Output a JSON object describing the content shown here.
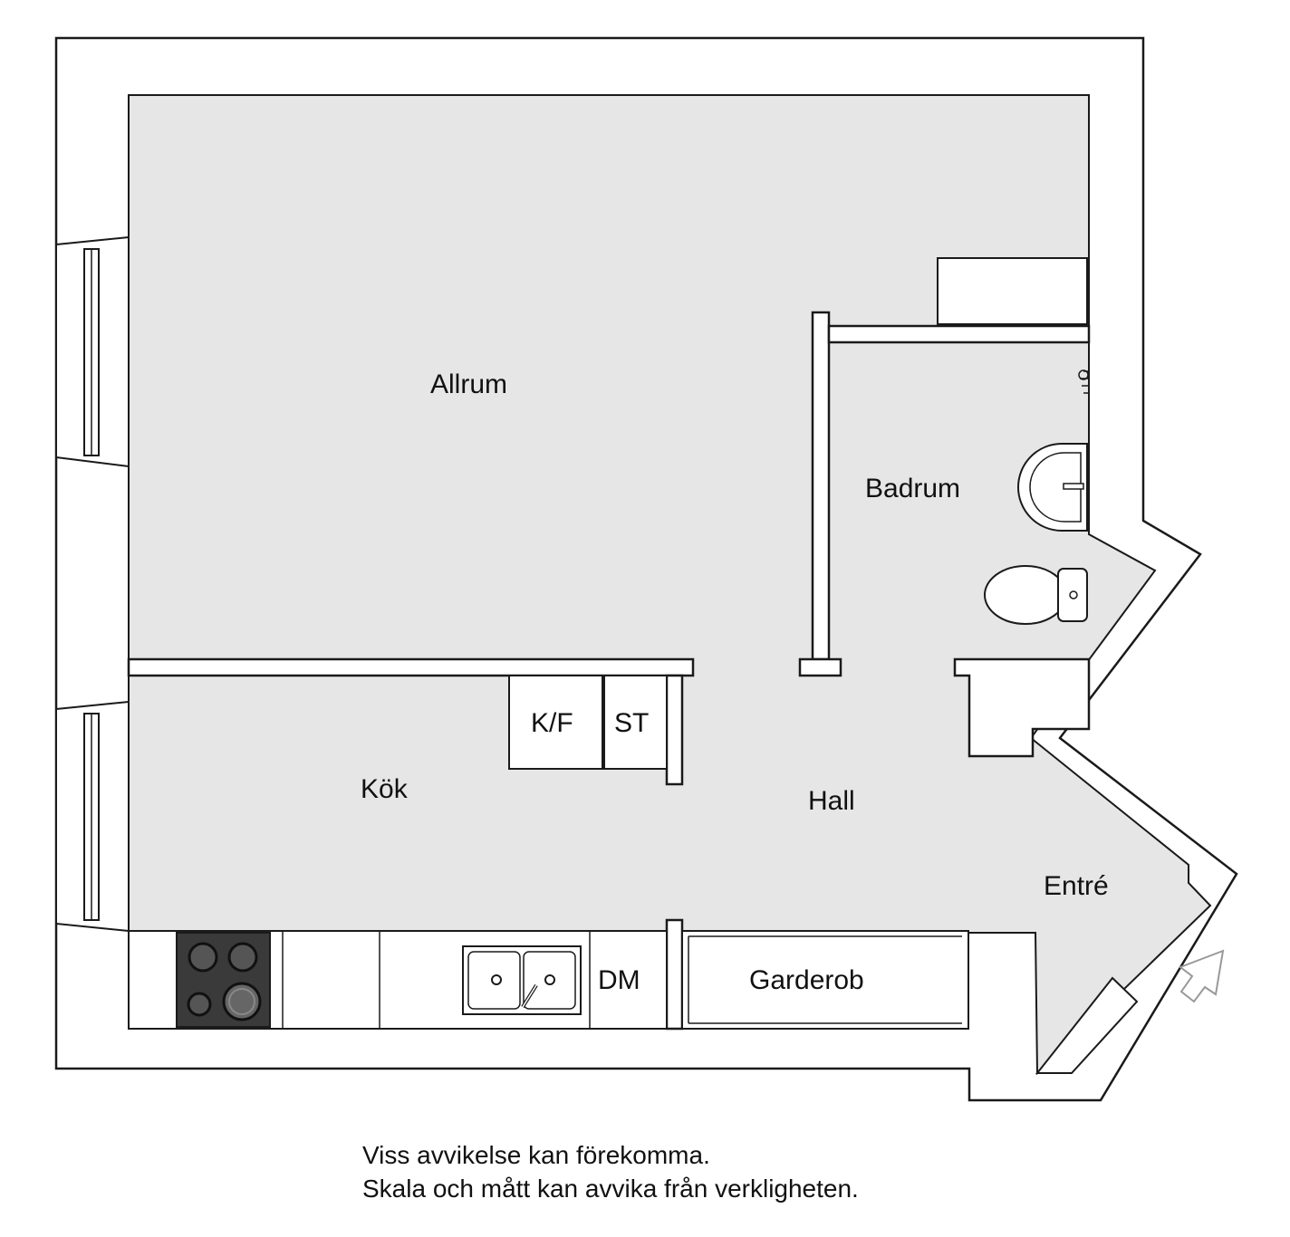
{
  "rooms": {
    "allrum": "Allrum",
    "badrum": "Badrum",
    "kok": "Kök",
    "hall": "Hall",
    "entre": "Entré"
  },
  "fixtures": {
    "kf": "K/F",
    "st": "ST",
    "dm": "DM",
    "garderob": "Garderob"
  },
  "disclaimer": {
    "line1": "Viss avvikelse kan förekomma.",
    "line2": "Skala och mått kan avvika från verkligheten."
  },
  "colors": {
    "floor": "#e6e6e6",
    "walls": "#1a1a1a",
    "stove": "#3a3a3a"
  }
}
